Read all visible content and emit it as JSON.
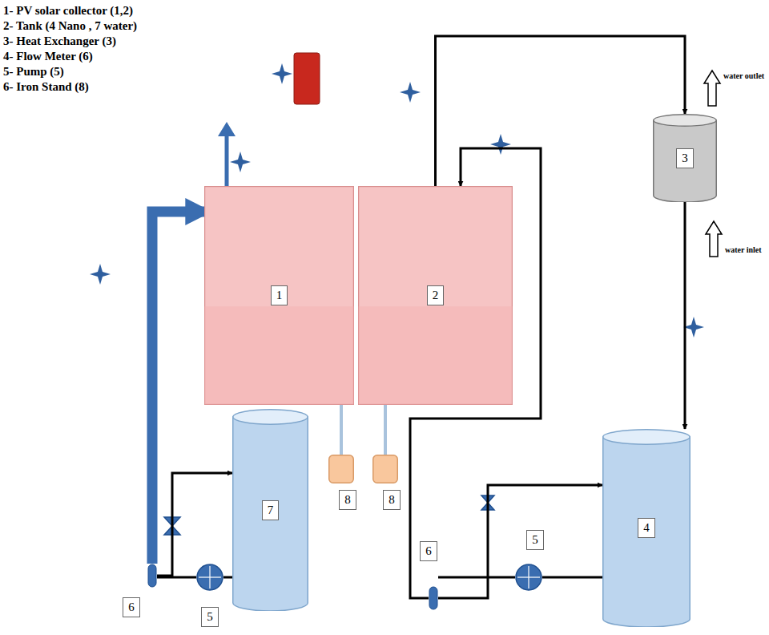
{
  "diagram": {
    "nodes": [
      {
        "text": [
          "1"
        ]
      },
      {
        "text": [
          "2"
        ]
      },
      {
        "text": [
          "3"
        ]
      },
      {
        "text": [
          "8"
        ]
      },
      {
        "text": [
          "8"
        ]
      },
      {
        "text": [
          "7"
        ]
      },
      {
        "text": [
          "4"
        ]
      },
      {
        "text": [
          "6"
        ]
      },
      {
        "text": [
          "5"
        ]
      },
      {
        "text": [
          "6"
        ]
      },
      {
        "text": [
          "5"
        ]
      }
    ],
    "edges": [
      {
        "from": 5,
        "to": 10,
        "arrow": "none"
      },
      {
        "from": 10,
        "to": 9,
        "arrow": "none"
      },
      {
        "from": 9,
        "to": 0,
        "arrow": "to"
      },
      {
        "from": 9,
        "to": 5,
        "arrow": "to"
      },
      {
        "from": 1,
        "to": 2,
        "arrow": "to"
      },
      {
        "from": 2,
        "to": 6,
        "arrow": "to"
      },
      {
        "from": 6,
        "to": 8,
        "arrow": "none"
      },
      {
        "from": 8,
        "to": 7,
        "arrow": "none"
      },
      {
        "from": 7,
        "to": 1,
        "arrow": "to"
      },
      {
        "from": 7,
        "to": 6,
        "arrow": "to"
      },
      {
        "from": 0,
        "to": 3,
        "arrow": "none"
      },
      {
        "from": 1,
        "to": 4,
        "arrow": "none"
      }
    ],
    "labels": [
      "1- PV solar collector (1,2)",
      "2- Tank (4 Nano , 7 water)",
      "3- Heat Exchanger (3)",
      "4- Flow Meter (6)",
      "5- Pump (5)",
      "6- Iron Stand (8)",
      "water outlet",
      "water inlet"
    ]
  }
}
